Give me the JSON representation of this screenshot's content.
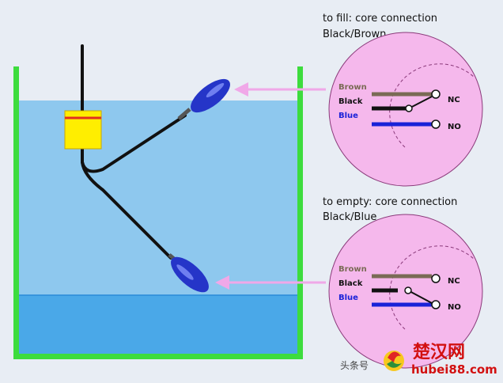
{
  "fill_caption": {
    "line1": "to fill: core connection",
    "line2": "Black/Brown"
  },
  "empty_caption": {
    "line1": "to empty: core connection",
    "line2": "Black/Blue"
  },
  "top_switch": {
    "wires": [
      "Brown",
      "Black",
      "Blue"
    ],
    "contacts": [
      "NC",
      "NO"
    ]
  },
  "bottom_switch": {
    "wires": [
      "Brown",
      "Black",
      "Blue"
    ],
    "contacts": [
      "NC",
      "NO"
    ]
  },
  "watermark": {
    "prefix": "头条号",
    "site_name": "楚汉网",
    "url": "hubei88.com"
  },
  "colors": {
    "tank_wall": "#3ddc3d",
    "water_upper": "#8ec8ee",
    "water_lower": "#4aa8e8",
    "float_blue": "#2535c8",
    "weight_yellow": "#ffee00",
    "switch_pink": "#f5b8ec",
    "arrow_pink": "#f0a8e8",
    "wire_brown": "#7a6a55",
    "wire_black": "#111111",
    "wire_blue": "#1a22d8"
  }
}
